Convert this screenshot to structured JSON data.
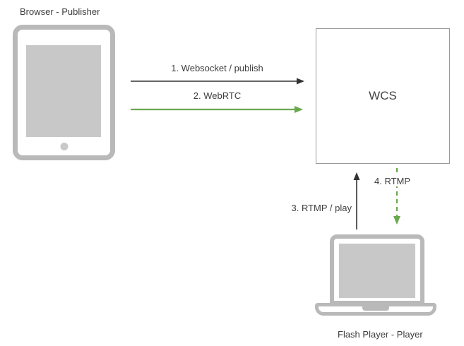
{
  "diagram": {
    "publisher": {
      "label": "Browser - Publisher",
      "device": "tablet-icon"
    },
    "wcs": {
      "label": "WCS"
    },
    "player": {
      "label": "Flash Player - Player",
      "device": "laptop-icon"
    },
    "edges": {
      "websocket_publish": {
        "label": "1. Websocket / publish",
        "style": "solid",
        "direction": "publisher-to-wcs"
      },
      "webrtc": {
        "label": "2. WebRTC",
        "style": "solid",
        "direction": "publisher-to-wcs"
      },
      "rtmp_play": {
        "label": "3. RTMP / play",
        "style": "solid",
        "direction": "player-to-wcs"
      },
      "rtmp": {
        "label": "4. RTMP",
        "style": "dashed",
        "direction": "wcs-to-player"
      }
    },
    "colors": {
      "arrow_dark": "#333333",
      "arrow_green": "#6aa84f",
      "icon_gray": "#b9b9b9",
      "screen_gray": "#c8c8c8",
      "box_border": "#9a9a9a",
      "text": "#3d3d3d"
    }
  }
}
